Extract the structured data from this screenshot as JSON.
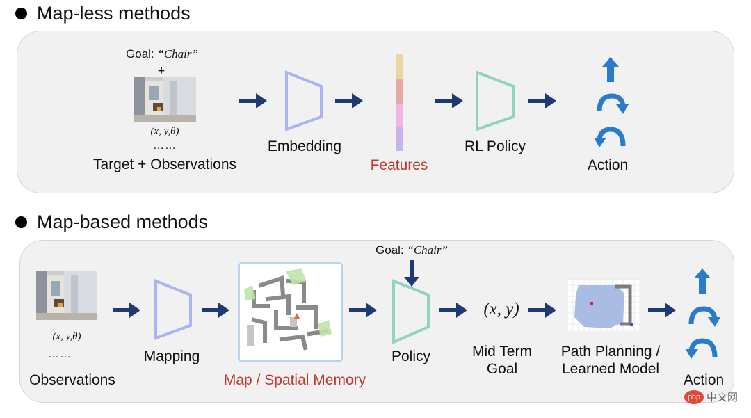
{
  "top": {
    "title": "Map-less methods",
    "goal_prefix": "Goal: ",
    "goal_value": "“Chair”",
    "plus": "+",
    "coords": "(x, y,θ)",
    "dots": "……",
    "input_label": "Target + Observations",
    "embedding_label": "Embedding",
    "features_label": "Features",
    "policy_label": "RL Policy",
    "action_label": "Action"
  },
  "bottom": {
    "title": "Map-based methods",
    "coords": "(x, y,θ)",
    "dots": "……",
    "observations_label": "Observations",
    "mapping_label": "Mapping",
    "map_label": "Map / Spatial Memory",
    "goal_prefix": "Goal: ",
    "goal_value": "“Chair”",
    "policy_label": "Policy",
    "xy": "(x, y)",
    "midterm_line1": "Mid Term",
    "midterm_line2": "Goal",
    "planning_line1": "Path Planning /",
    "planning_line2": "Learned Model",
    "action_label": "Action"
  },
  "watermark": {
    "badge": "php",
    "text": "中文网"
  },
  "colors": {
    "arrow": "#1f3a73",
    "embedding_trapezoid": "#a9b4f0",
    "policy_trapezoid": "#8fd3c0",
    "action_icon": "#2b7bcb",
    "highlight_label": "#c0392b",
    "features_bar": [
      "#e8d9a0",
      "#e7a8aa",
      "#f1b4e3",
      "#c7b5ea"
    ]
  },
  "icons": [
    "up-arrow-icon",
    "turn-right-icon",
    "turn-left-icon",
    "photo-thumbnail",
    "map-image",
    "grid-map-image"
  ]
}
